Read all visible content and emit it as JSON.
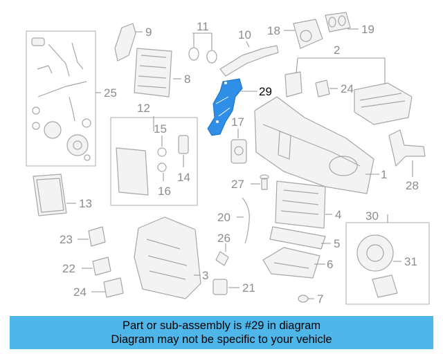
{
  "diagram": {
    "callouts": [
      "1",
      "2",
      "3",
      "4",
      "5",
      "6",
      "7",
      "8",
      "9",
      "10",
      "11",
      "12",
      "13",
      "14",
      "15",
      "16",
      "17",
      "18",
      "19",
      "20",
      "21",
      "22",
      "23",
      "24",
      "24",
      "25",
      "26",
      "27",
      "28",
      "29",
      "30",
      "31"
    ],
    "highlight_part": "29",
    "highlight_color": "#2f8fe6",
    "banner_color": "#4fb6ea"
  },
  "banner": {
    "line1": "Part or sub-assembly is #29 in diagram",
    "line2": "Diagram may not be specific to your vehicle"
  }
}
